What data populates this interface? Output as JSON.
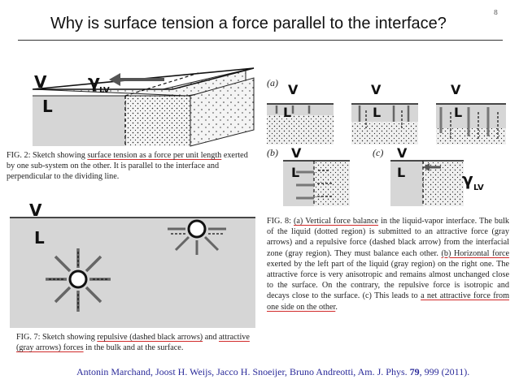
{
  "slide": {
    "number": "8",
    "title": "Why is surface tension a force parallel to the interface?"
  },
  "fig2": {
    "labels": {
      "vapor": "V",
      "liquid": "L",
      "gamma": "γ",
      "gamma_sub": "LV"
    },
    "caption": {
      "fig": "FIG. 2:",
      "pre": "Sketch showing",
      "highlight": "surface tension as a force per unit length",
      "post": "exerted by one sub-system on the other. It is parallel to the interface and perpendicular to the dividing line."
    }
  },
  "fig8": {
    "panel_labels": {
      "a": "(a)",
      "b": "(b)",
      "c": "(c)"
    },
    "labels": {
      "vapor": "V",
      "liquid": "L",
      "gamma": "γ",
      "gamma_sub": "LV"
    },
    "caption": {
      "fig": "FIG. 8:",
      "part1": "(a) Vertical force balance",
      "text1": "in the liquid-vapor interface. The bulk of the liquid (dotted region) is submitted to an attractive force (gray arrows) and a repulsive force (dashed black arrow) from the interfacial zone (gray region). They must balance each other.",
      "part2": "(b) Horizontal force",
      "text2": "exerted by the left part of the liquid (gray region) on the right one. The attractive force is very anisotropic and remains almost unchanged close to the surface. On the contrary, the repulsive force is isotropic and decays close to the surface. (c) This leads to",
      "part3": "a net attractive force from one side on the other",
      "text3": "."
    }
  },
  "fig7": {
    "labels": {
      "vapor": "V",
      "liquid": "L"
    },
    "caption": {
      "fig": "FIG. 7:",
      "pre": "Sketch showing",
      "highlight1": "repulsive (dashed black arrows)",
      "mid": "and",
      "highlight2": "attractive (gray arrows) forces",
      "post": "in the bulk and at the surface."
    }
  },
  "citation": {
    "text": "Antonin Marchand, Joost H. Weijs, Jacco H. Snoeijer, Bruno Andreotti, Am. J. Phys.",
    "volume": "79",
    "pages": ", 999 (2011)."
  },
  "colors": {
    "accent_red": "#d12a2a",
    "citation_blue": "#2b2b9a",
    "liquid_gray": "#d6d6d6",
    "bulk_dots": "#f4f4f4"
  }
}
